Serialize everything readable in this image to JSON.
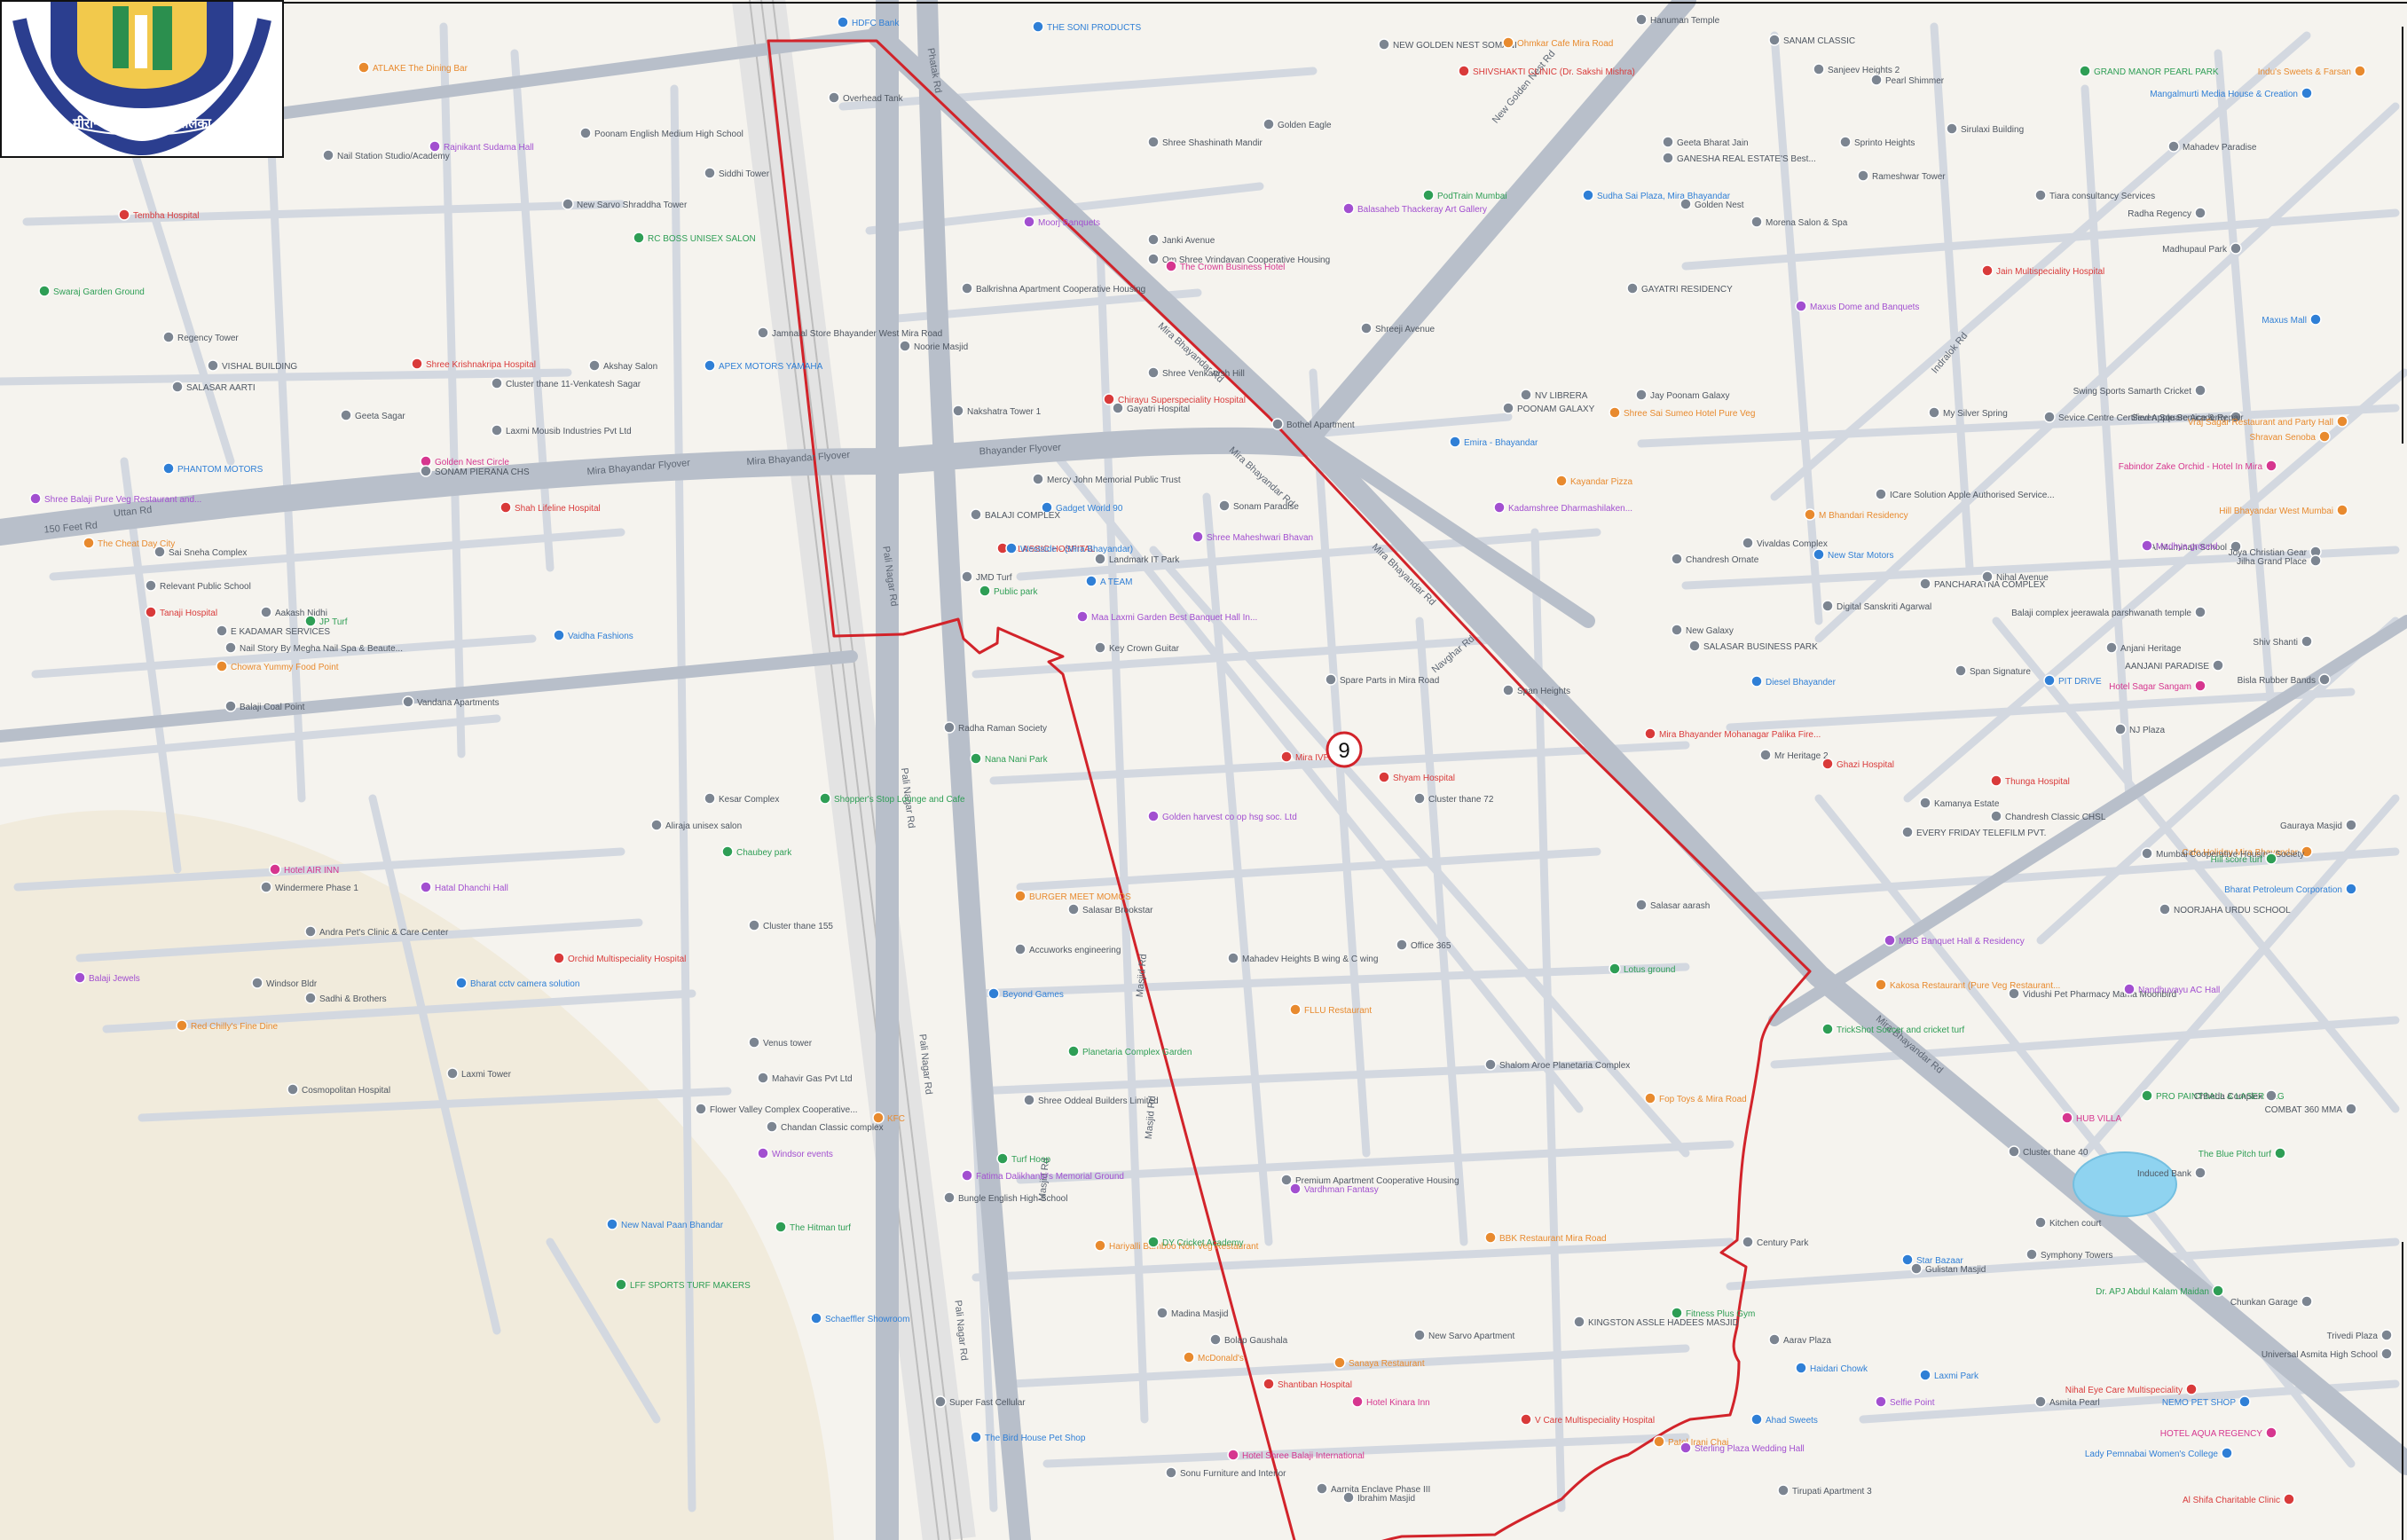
{
  "corporation_logo": {
    "text": "मीरा-भाईंदर महानगरपालिका"
  },
  "ward": {
    "number": "9"
  },
  "colors": {
    "boundary": "#d2232a",
    "road": "#c6ccd6",
    "major_road": "#b2b9c4",
    "water": "#8fd3f0",
    "park": "#e6ece2"
  },
  "roads": [
    {
      "label": "Mira Bhayandar Flyover"
    },
    {
      "label": "Mira Bhayandar Flyover"
    },
    {
      "label": "Bhayander Flyover"
    },
    {
      "label": "Uttan Rd"
    },
    {
      "label": "150 Feet Rd"
    },
    {
      "label": "Mira Bhayandar Rd"
    },
    {
      "label": "Mira Bhayandar Rd"
    },
    {
      "label": "Mira Bhayandar Rd"
    },
    {
      "label": "Mira Bhayandar Rd"
    },
    {
      "label": "New Golden Nest Rd"
    },
    {
      "label": "Pali Nagar Rd"
    },
    {
      "label": "Pali Nagar Rd"
    },
    {
      "label": "Pali Nagar Rd"
    },
    {
      "label": "Pali Nagar Rd"
    },
    {
      "label": "Masjid Rd"
    },
    {
      "label": "Masjid Rd"
    },
    {
      "label": "Masjid Rd"
    },
    {
      "label": "Navghar Rd"
    },
    {
      "label": "Phatak Rd"
    },
    {
      "label": "Indralok Rd"
    }
  ],
  "places": [
    {
      "label": "HDFC Bank",
      "cat": "blue"
    },
    {
      "label": "THE SONI PRODUCTS",
      "cat": "blue"
    },
    {
      "label": "Overhead Tank",
      "cat": "gray"
    },
    {
      "label": "Hanuman Temple",
      "cat": "gray"
    },
    {
      "label": "NEW GOLDEN NEST SOMANI",
      "cat": "gray"
    },
    {
      "label": "Ohmkar Cafe Mira Road",
      "cat": "orange"
    },
    {
      "label": "SHIVSHAKTI CLINIC (Dr. Sakshi Mishra)",
      "cat": "red"
    },
    {
      "label": "SANAM CLASSIC",
      "cat": "gray"
    },
    {
      "label": "Sanjeev Heights 2",
      "cat": "gray"
    },
    {
      "label": "Pearl Shimmer",
      "cat": "gray"
    },
    {
      "label": "GRAND MANOR PEARL PARK",
      "cat": "green"
    },
    {
      "label": "Indu's Sweets & Farsan",
      "cat": "orange"
    },
    {
      "label": "ATLAKE The Dining Bar",
      "cat": "orange"
    },
    {
      "label": "Rajnikant Sudama Hall",
      "cat": "purple"
    },
    {
      "label": "Poonam English Medium High School",
      "cat": "gray"
    },
    {
      "label": "Nail Station Studio/Academy",
      "cat": "gray"
    },
    {
      "label": "Shree Shashinath Mandir",
      "cat": "gray"
    },
    {
      "label": "Golden Eagle",
      "cat": "gray"
    },
    {
      "label": "Geeta Bharat Jain",
      "cat": "gray"
    },
    {
      "label": "Sprinto Heights",
      "cat": "gray"
    },
    {
      "label": "Sirulaxi Building",
      "cat": "gray"
    },
    {
      "label": "Mahadev Paradise",
      "cat": "gray"
    },
    {
      "label": "Mangalmurti Media House & Creation",
      "cat": "blue"
    },
    {
      "label": "GANESHA REAL ESTATE'S Best...",
      "cat": "gray"
    },
    {
      "label": "Siddhi Tower",
      "cat": "gray"
    },
    {
      "label": "PodTrain Mumbai",
      "cat": "green"
    },
    {
      "label": "Sudha Sai Plaza, Mira Bhayandar",
      "cat": "blue"
    },
    {
      "label": "Golden Nest",
      "cat": "gray"
    },
    {
      "label": "Rameshwar Tower",
      "cat": "gray"
    },
    {
      "label": "Tiara consultancy Services",
      "cat": "gray"
    },
    {
      "label": "Radha Regency",
      "cat": "gray"
    },
    {
      "label": "Tembha Hospital",
      "cat": "red"
    },
    {
      "label": "RC BOSS UNISEX SALON",
      "cat": "green"
    },
    {
      "label": "New Sarvo Shraddha Tower",
      "cat": "gray"
    },
    {
      "label": "Moorj Banquets",
      "cat": "purple"
    },
    {
      "label": "Janki Avenue",
      "cat": "gray"
    },
    {
      "label": "Balasaheb Thackeray Art Gallery",
      "cat": "purple"
    },
    {
      "label": "Morena Salon & Spa",
      "cat": "gray"
    },
    {
      "label": "Madhupaul Park",
      "cat": "gray"
    },
    {
      "label": "Om Shree Vrindavan Cooperative Housing",
      "cat": "gray"
    },
    {
      "label": "The Crown Business Hotel",
      "cat": "pink"
    },
    {
      "label": "Jain Multispeciality Hospital",
      "cat": "red"
    },
    {
      "label": "Swaraj Garden Ground",
      "cat": "green"
    },
    {
      "label": "Balkrishna Apartment Cooperative Housing",
      "cat": "gray"
    },
    {
      "label": "GAYATRI RESIDENCY",
      "cat": "gray"
    },
    {
      "label": "Maxus Dome and Banquets",
      "cat": "purple"
    },
    {
      "label": "Regency Tower",
      "cat": "gray"
    },
    {
      "label": "Jamnalal Store Bhayander West Mira Road",
      "cat": "gray"
    },
    {
      "label": "Noorie Masjid",
      "cat": "gray"
    },
    {
      "label": "Shreeji Avenue",
      "cat": "gray"
    },
    {
      "label": "Maxus Mall",
      "cat": "blue"
    },
    {
      "label": "VISHAL BUILDING",
      "cat": "gray"
    },
    {
      "label": "SALASAR AARTI",
      "cat": "gray"
    },
    {
      "label": "Shree Krishnakripa Hospital",
      "cat": "red"
    },
    {
      "label": "Akshay Salon",
      "cat": "gray"
    },
    {
      "label": "APEX MOTORS YAMAHA",
      "cat": "blue"
    },
    {
      "label": "Shree Venkatesh Hill",
      "cat": "gray"
    },
    {
      "label": "Cluster thane 11-Venkatesh Sagar",
      "cat": "gray"
    },
    {
      "label": "Laxmi Mousib Industries Pvt Ltd",
      "cat": "gray"
    },
    {
      "label": "Gayatri Hospital",
      "cat": "gray"
    },
    {
      "label": "Chirayu Superspeciality Hospital",
      "cat": "red"
    },
    {
      "label": "POONAM GALAXY",
      "cat": "gray"
    },
    {
      "label": "NV LIBRERA",
      "cat": "gray"
    },
    {
      "label": "Jay Poonam Galaxy",
      "cat": "gray"
    },
    {
      "label": "Shree Sai Sumeo Hotel Pure Veg",
      "cat": "orange"
    },
    {
      "label": "Swing Sports Samarth Cricket",
      "cat": "gray"
    },
    {
      "label": "Seven Square Academy",
      "cat": "gray"
    },
    {
      "label": "My Silver Spring",
      "cat": "gray"
    },
    {
      "label": "Sevice Centre Certified Apple Service & Repair",
      "cat": "gray"
    },
    {
      "label": "Vraj Sagar Restaurant and Party Hall",
      "cat": "orange"
    },
    {
      "label": "Geeta Sagar",
      "cat": "gray"
    },
    {
      "label": "Golden Nest Circle",
      "cat": "pink"
    },
    {
      "label": "Nakshatra Tower 1",
      "cat": "gray"
    },
    {
      "label": "Bothel Apartment",
      "cat": "gray"
    },
    {
      "label": "Emira - Bhayandar",
      "cat": "blue"
    },
    {
      "label": "Shravan Senoba",
      "cat": "orange"
    },
    {
      "label": "PHANTOM MOTORS",
      "cat": "blue"
    },
    {
      "label": "SONAM PIERANA CHS",
      "cat": "gray"
    },
    {
      "label": "Mercy John Memorial Public Trust",
      "cat": "gray"
    },
    {
      "label": "Kayandar Pizza",
      "cat": "orange"
    },
    {
      "label": "Fabindor Zake Orchid - Hotel In Mira",
      "cat": "pink"
    },
    {
      "label": "Shree Balaji Pure Veg Restaurant and...",
      "cat": "purple"
    },
    {
      "label": "Shah Lifeline Hospital",
      "cat": "red"
    },
    {
      "label": "Gadget World 90",
      "cat": "blue"
    },
    {
      "label": "Sonam Paradise",
      "cat": "gray"
    },
    {
      "label": "Kadamshree Dharmashilaken...",
      "cat": "purple"
    },
    {
      "label": "ICare Solution Apple Authorised Service...",
      "cat": "gray"
    },
    {
      "label": "Hill Bhayandar West Mumbai",
      "cat": "orange"
    },
    {
      "label": "M Bhandari Residency",
      "cat": "orange"
    },
    {
      "label": "BALAJI COMPLEX",
      "cat": "gray"
    },
    {
      "label": "Shree Maheshwari Bhavan",
      "cat": "purple"
    },
    {
      "label": "Vivaldas Complex",
      "cat": "gray"
    },
    {
      "label": "Al-Muminah School",
      "cat": "gray"
    },
    {
      "label": "Joya Christian Gear",
      "cat": "gray"
    },
    {
      "label": "The Cheat Day City",
      "cat": "orange"
    },
    {
      "label": "Sai Sneha Complex",
      "cat": "gray"
    },
    {
      "label": "CLASSIC HOSPITAL",
      "cat": "red"
    },
    {
      "label": "Landmark IT Park",
      "cat": "gray"
    },
    {
      "label": "Chandresh Ornate",
      "cat": "gray"
    },
    {
      "label": "New Star Motors",
      "cat": "blue"
    },
    {
      "label": "Madhya ground",
      "cat": "purple"
    },
    {
      "label": "Jilha Grand Place",
      "cat": "gray"
    },
    {
      "label": "Relevant Public School",
      "cat": "gray"
    },
    {
      "label": "Public park",
      "cat": "green"
    },
    {
      "label": "A TEAM",
      "cat": "blue"
    },
    {
      "label": "Westside - (Mira Bhayandar)",
      "cat": "blue"
    },
    {
      "label": "PANCHARATNA COMPLEX",
      "cat": "gray"
    },
    {
      "label": "Nihal Avenue",
      "cat": "gray"
    },
    {
      "label": "Tanaji Hospital",
      "cat": "red"
    },
    {
      "label": "Aakash Nidhi",
      "cat": "gray"
    },
    {
      "label": "JMD Turf",
      "cat": "gray"
    },
    {
      "label": "Digital Sanskriti Agarwal",
      "cat": "gray"
    },
    {
      "label": "Balaji complex jeerawala parshwanath temple",
      "cat": "gray"
    },
    {
      "label": "JP Turf",
      "cat": "green"
    },
    {
      "label": "E KADAMAR SERVICES",
      "cat": "gray"
    },
    {
      "label": "Vaidha Fashions",
      "cat": "blue"
    },
    {
      "label": "Maa Laxmi Garden Best Banquet Hall In...",
      "cat": "purple"
    },
    {
      "label": "New Galaxy",
      "cat": "gray"
    },
    {
      "label": "SALASAR BUSINESS PARK",
      "cat": "gray"
    },
    {
      "label": "Anjani Heritage",
      "cat": "gray"
    },
    {
      "label": "AANJANI PARADISE",
      "cat": "gray"
    },
    {
      "label": "Shiv Shanti",
      "cat": "gray"
    },
    {
      "label": "Nail Story By Megha Nail Spa & Beaute...",
      "cat": "gray"
    },
    {
      "label": "Key Crown Guitar",
      "cat": "gray"
    },
    {
      "label": "Spare Parts in Mira Road",
      "cat": "gray"
    },
    {
      "label": "Span Heights",
      "cat": "gray"
    },
    {
      "label": "Diesel Bhayander",
      "cat": "blue"
    },
    {
      "label": "Span Signature",
      "cat": "gray"
    },
    {
      "label": "PIT DRIVE",
      "cat": "blue"
    },
    {
      "label": "Hotel Sagar Sangam",
      "cat": "pink"
    },
    {
      "label": "Bisla Rubber Bands",
      "cat": "gray"
    },
    {
      "label": "Chowra Yummy Food Point",
      "cat": "orange"
    },
    {
      "label": "Balaji Coal Point",
      "cat": "gray"
    },
    {
      "label": "Vandana Apartments",
      "cat": "gray"
    },
    {
      "label": "Radha Raman Society",
      "cat": "gray"
    },
    {
      "label": "Mira IVF",
      "cat": "red"
    },
    {
      "label": "Mira Bhayander Mohanagar Palika Fire...",
      "cat": "red"
    },
    {
      "label": "NJ Plaza",
      "cat": "gray"
    },
    {
      "label": "Nana Nani Park",
      "cat": "green"
    },
    {
      "label": "Shyam Hospital",
      "cat": "red"
    },
    {
      "label": "Mr Heritage 2",
      "cat": "gray"
    },
    {
      "label": "Ghazi Hospital",
      "cat": "red"
    },
    {
      "label": "Kamanya Estate",
      "cat": "gray"
    },
    {
      "label": "Thunga Hospital",
      "cat": "red"
    },
    {
      "label": "Cafe Holiday Mira Bhayandar",
      "cat": "orange"
    },
    {
      "label": "Golden harvest co op hsg soc. Ltd",
      "cat": "purple"
    },
    {
      "label": "EVERY FRIDAY TELEFILM PVT.",
      "cat": "gray"
    },
    {
      "label": "Chandresh Classic CHSL",
      "cat": "gray"
    },
    {
      "label": "Cluster thane 72",
      "cat": "gray"
    },
    {
      "label": "Gauraya Masjid",
      "cat": "gray"
    },
    {
      "label": "Kesar Complex",
      "cat": "gray"
    },
    {
      "label": "Shopper's Stop Lounge and Cafe",
      "cat": "green"
    },
    {
      "label": "Aliraja unisex salon",
      "cat": "gray"
    },
    {
      "label": "Chaubey park",
      "cat": "green"
    },
    {
      "label": "Mumbai Cooperative Housing Society",
      "cat": "gray"
    },
    {
      "label": "Hill score turf",
      "cat": "green"
    },
    {
      "label": "Hotel AIR INN",
      "cat": "pink"
    },
    {
      "label": "BURGER MEET MOMOS",
      "cat": "orange"
    },
    {
      "label": "Windermere Phase 1",
      "cat": "gray"
    },
    {
      "label": "Hatal Dhanchi Hall",
      "cat": "purple"
    },
    {
      "label": "Cluster thane 155",
      "cat": "gray"
    },
    {
      "label": "Salasar Brookstar",
      "cat": "gray"
    },
    {
      "label": "Salasar aarash",
      "cat": "gray"
    },
    {
      "label": "NOORJAHA URDU SCHOOL",
      "cat": "gray"
    },
    {
      "label": "Bharat Petroleum Corporation",
      "cat": "blue"
    },
    {
      "label": "Balaji Jewels",
      "cat": "purple"
    },
    {
      "label": "Andra Pet's Clinic & Care Center",
      "cat": "gray"
    },
    {
      "label": "Windsor Bldr",
      "cat": "gray"
    },
    {
      "label": "Accuworks engineering",
      "cat": "gray"
    },
    {
      "label": "Office 365",
      "cat": "gray"
    },
    {
      "label": "Bharat cctv camera solution",
      "cat": "blue"
    },
    {
      "label": "Orchid Multispeciality Hospital",
      "cat": "red"
    },
    {
      "label": "Mahadev Heights B wing & C wing",
      "cat": "gray"
    },
    {
      "label": "Lotus ground",
      "cat": "green"
    },
    {
      "label": "Kakosa Restaurant (Pure Veg Restaurant...",
      "cat": "orange"
    },
    {
      "label": "Vidushi Pet Pharmacy Mama Moonbird",
      "cat": "gray"
    },
    {
      "label": "Nandhuvayu AC Hall",
      "cat": "purple"
    },
    {
      "label": "MBG Banquet Hall & Residency",
      "cat": "purple"
    },
    {
      "label": "Red Chilly's Fine Dine",
      "cat": "orange"
    },
    {
      "label": "Sadhi & Brothers",
      "cat": "gray"
    },
    {
      "label": "FLLU Restaurant",
      "cat": "orange"
    },
    {
      "label": "Beyond Games",
      "cat": "blue"
    },
    {
      "label": "Venus tower",
      "cat": "gray"
    },
    {
      "label": "Planetaria Complex Garden",
      "cat": "green"
    },
    {
      "label": "TrickShot Soccer and cricket turf",
      "cat": "green"
    },
    {
      "label": "Laxmi Tower",
      "cat": "gray"
    },
    {
      "label": "Mahavir Gas Pvt Ltd",
      "cat": "gray"
    },
    {
      "label": "Shalom Aroe Planetaria Complex",
      "cat": "gray"
    },
    {
      "label": "PRO PAINTBALL & LASER TAG",
      "cat": "green"
    },
    {
      "label": "Chheda Complex",
      "cat": "gray"
    },
    {
      "label": "Cosmopolitan Hospital",
      "cat": "gray"
    },
    {
      "label": "Fop Toys & Mira Road",
      "cat": "orange"
    },
    {
      "label": "COMBAT 360 MMA",
      "cat": "gray"
    },
    {
      "label": "HUB VILLA",
      "cat": "pink"
    },
    {
      "label": "Flower Valley Complex Cooperative...",
      "cat": "gray"
    },
    {
      "label": "Chandan Classic complex",
      "cat": "gray"
    },
    {
      "label": "Shree Oddeal Builders Limited",
      "cat": "gray"
    },
    {
      "label": "The Blue Pitch turf",
      "cat": "green"
    },
    {
      "label": "Cluster thane 40",
      "cat": "gray"
    },
    {
      "label": "KFC",
      "cat": "orange"
    },
    {
      "label": "Windsor events",
      "cat": "purple"
    },
    {
      "label": "Turf Hoop",
      "cat": "green"
    },
    {
      "label": "Premium Apartment Cooperative Housing",
      "cat": "gray"
    },
    {
      "label": "Vardhman Fantasy",
      "cat": "purple"
    },
    {
      "label": "Induced Bank",
      "cat": "gray"
    },
    {
      "label": "New Naval Paan Bhandar",
      "cat": "blue"
    },
    {
      "label": "The Hitman turf",
      "cat": "green"
    },
    {
      "label": "Fatima Dalikhanbi's Memorial Ground",
      "cat": "purple"
    },
    {
      "label": "BBK Restaurant Mira Road",
      "cat": "orange"
    },
    {
      "label": "Bungle English High School",
      "cat": "gray"
    },
    {
      "label": "Kitchen court",
      "cat": "gray"
    },
    {
      "label": "Star Bazaar",
      "cat": "blue"
    },
    {
      "label": "Gulistan Masjid",
      "cat": "gray"
    },
    {
      "label": "Symphony Towers",
      "cat": "gray"
    },
    {
      "label": "Hariyalli Bamboo Non Veg Restaurant",
      "cat": "orange"
    },
    {
      "label": "LFF SPORTS TURF MAKERS",
      "cat": "green"
    },
    {
      "label": "DY Cricket Academy",
      "cat": "green"
    },
    {
      "label": "Century Park",
      "cat": "gray"
    },
    {
      "label": "Dr. APJ Abdul Kalam Maidan",
      "cat": "green"
    },
    {
      "label": "Chunkan Garage",
      "cat": "gray"
    },
    {
      "label": "KINGSTON ASSLE HADEES MASJID",
      "cat": "gray"
    },
    {
      "label": "Schaeffler Showroom",
      "cat": "blue"
    },
    {
      "label": "Madina Masjid",
      "cat": "gray"
    },
    {
      "label": "Fitness Plus Gym",
      "cat": "green"
    },
    {
      "label": "Bolap Gaushala",
      "cat": "gray"
    },
    {
      "label": "New Sarvo Apartment",
      "cat": "gray"
    },
    {
      "label": "Aarav Plaza",
      "cat": "gray"
    },
    {
      "label": "Trivedi Plaza",
      "cat": "gray"
    },
    {
      "label": "Universal Asmita High School",
      "cat": "gray"
    },
    {
      "label": "McDonald's",
      "cat": "orange"
    },
    {
      "label": "Sanaya Restaurant",
      "cat": "orange"
    },
    {
      "label": "Haidari Chowk",
      "cat": "blue"
    },
    {
      "label": "Laxmi Park",
      "cat": "blue"
    },
    {
      "label": "Nihal Eye Care Multispeciality",
      "cat": "red"
    },
    {
      "label": "Shantiban Hospital",
      "cat": "red"
    },
    {
      "label": "Hotel Kinara Inn",
      "cat": "pink"
    },
    {
      "label": "Selfie Point",
      "cat": "purple"
    },
    {
      "label": "Asmita Pearl",
      "cat": "gray"
    },
    {
      "label": "NEMO PET SHOP",
      "cat": "blue"
    },
    {
      "label": "Super Fast Cellular",
      "cat": "gray"
    },
    {
      "label": "V Care Multispeciality Hospital",
      "cat": "red"
    },
    {
      "label": "Ahad Sweets",
      "cat": "blue"
    },
    {
      "label": "The Bird House Pet Shop",
      "cat": "blue"
    },
    {
      "label": "Patel Irani Chai",
      "cat": "orange"
    },
    {
      "label": "HOTEL AQUA REGENCY",
      "cat": "pink"
    },
    {
      "label": "Sterling Plaza Wedding Hall",
      "cat": "purple"
    },
    {
      "label": "Hotel Shree Balaji International",
      "cat": "pink"
    },
    {
      "label": "Aarnita Enclave Phase III",
      "cat": "gray"
    },
    {
      "label": "Tirupati Apartment 3",
      "cat": "gray"
    },
    {
      "label": "Lady Pemnabai Women's College",
      "cat": "blue"
    },
    {
      "label": "Sonu Furniture and Interior",
      "cat": "gray"
    },
    {
      "label": "Ibrahim Masjid",
      "cat": "gray"
    },
    {
      "label": "Al Shifa Charitable Clinic",
      "cat": "red"
    }
  ]
}
